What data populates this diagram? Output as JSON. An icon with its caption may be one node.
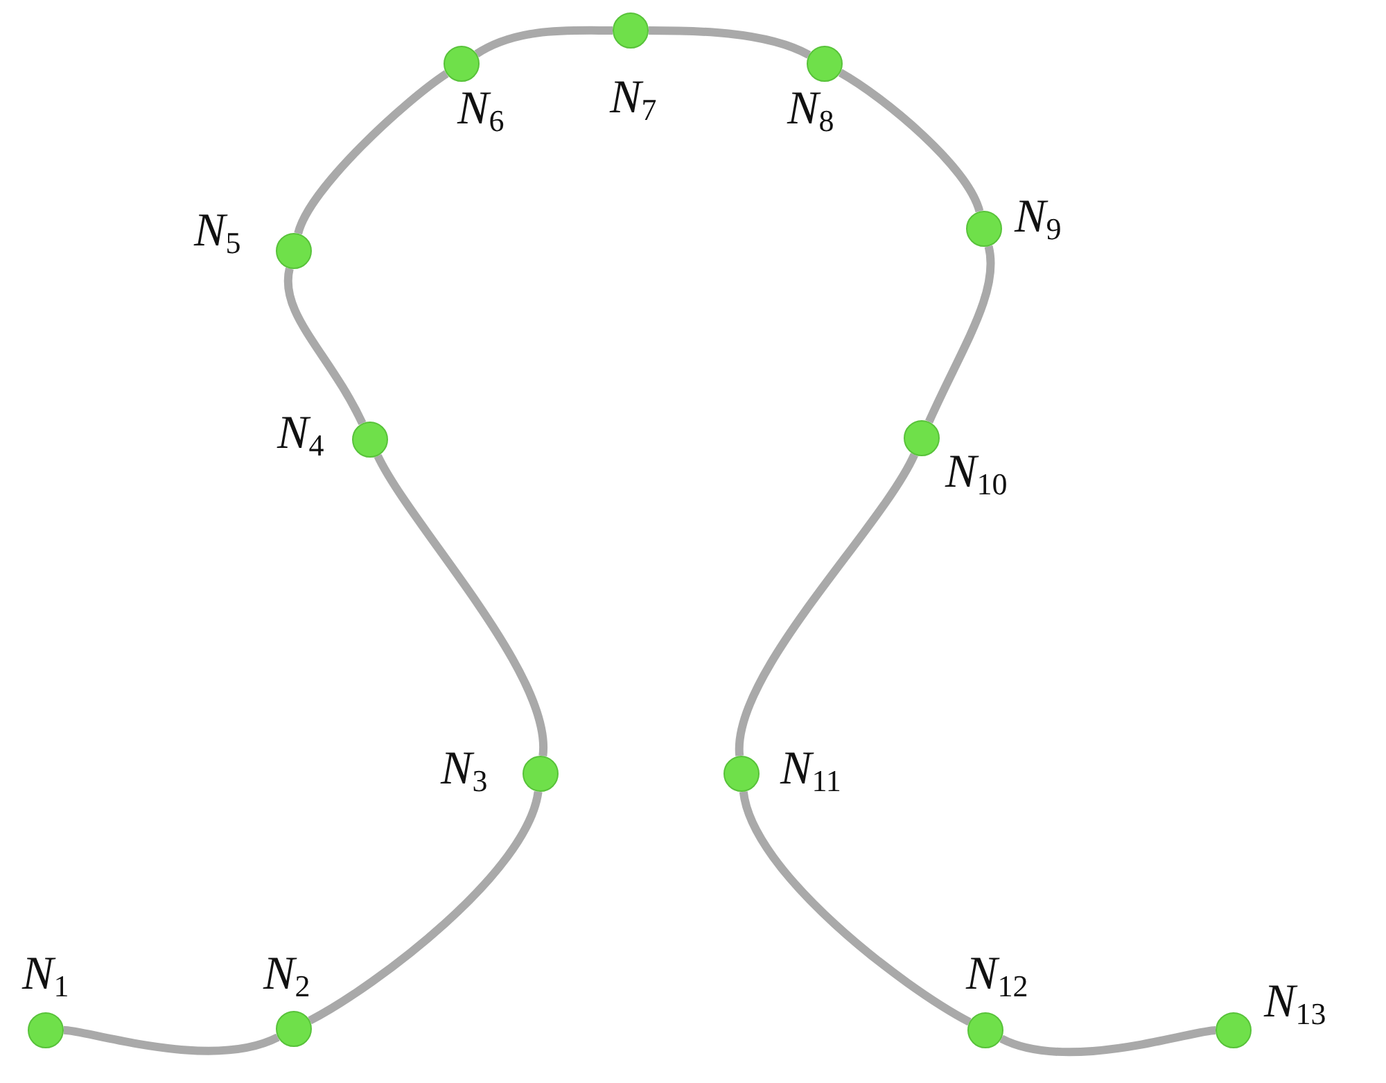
{
  "diagram": {
    "nodes": [
      {
        "text": [],
        "shape": "circle",
        "beside": [
          "*N*$_{1}$"
        ]
      },
      {
        "text": [],
        "shape": "circle",
        "beside": [
          "*N*$_{2}$"
        ]
      },
      {
        "text": [],
        "shape": "circle",
        "beside": [
          "*N*$_{3}$"
        ]
      },
      {
        "text": [],
        "shape": "circle",
        "beside": [
          "*N*$_{4}$"
        ]
      },
      {
        "text": [],
        "shape": "circle",
        "beside": [
          "*N*$_{5}$"
        ]
      },
      {
        "text": [],
        "shape": "circle",
        "beside": [
          "*N*$_{6}$"
        ]
      },
      {
        "text": [],
        "shape": "circle",
        "beside": [
          "*N*$_{7}$"
        ]
      },
      {
        "text": [],
        "shape": "circle",
        "beside": [
          "*N*$_{8}$"
        ]
      },
      {
        "text": [],
        "shape": "circle",
        "beside": [
          "*N*$_{9}$"
        ]
      },
      {
        "text": [],
        "shape": "circle",
        "beside": [
          "*N*$_{10}$"
        ]
      },
      {
        "text": [],
        "shape": "circle",
        "beside": [
          "*N*$_{11}$"
        ]
      },
      {
        "text": [],
        "shape": "circle",
        "beside": [
          "*N*$_{12}$"
        ]
      },
      {
        "text": [],
        "shape": "circle",
        "beside": [
          "*N*$_{13}$"
        ]
      }
    ],
    "edges": [
      {
        "from": 0,
        "to": 1,
        "arrow": "none"
      },
      {
        "from": 1,
        "to": 2,
        "arrow": "none"
      },
      {
        "from": 2,
        "to": 3,
        "arrow": "none"
      },
      {
        "from": 3,
        "to": 4,
        "arrow": "none"
      },
      {
        "from": 4,
        "to": 5,
        "arrow": "none"
      },
      {
        "from": 5,
        "to": 6,
        "arrow": "none"
      },
      {
        "from": 6,
        "to": 7,
        "arrow": "none"
      },
      {
        "from": 7,
        "to": 8,
        "arrow": "none"
      },
      {
        "from": 8,
        "to": 9,
        "arrow": "none"
      },
      {
        "from": 9,
        "to": 10,
        "arrow": "none"
      },
      {
        "from": 10,
        "to": 11,
        "arrow": "none"
      },
      {
        "from": 11,
        "to": 12,
        "arrow": "none"
      }
    ]
  }
}
